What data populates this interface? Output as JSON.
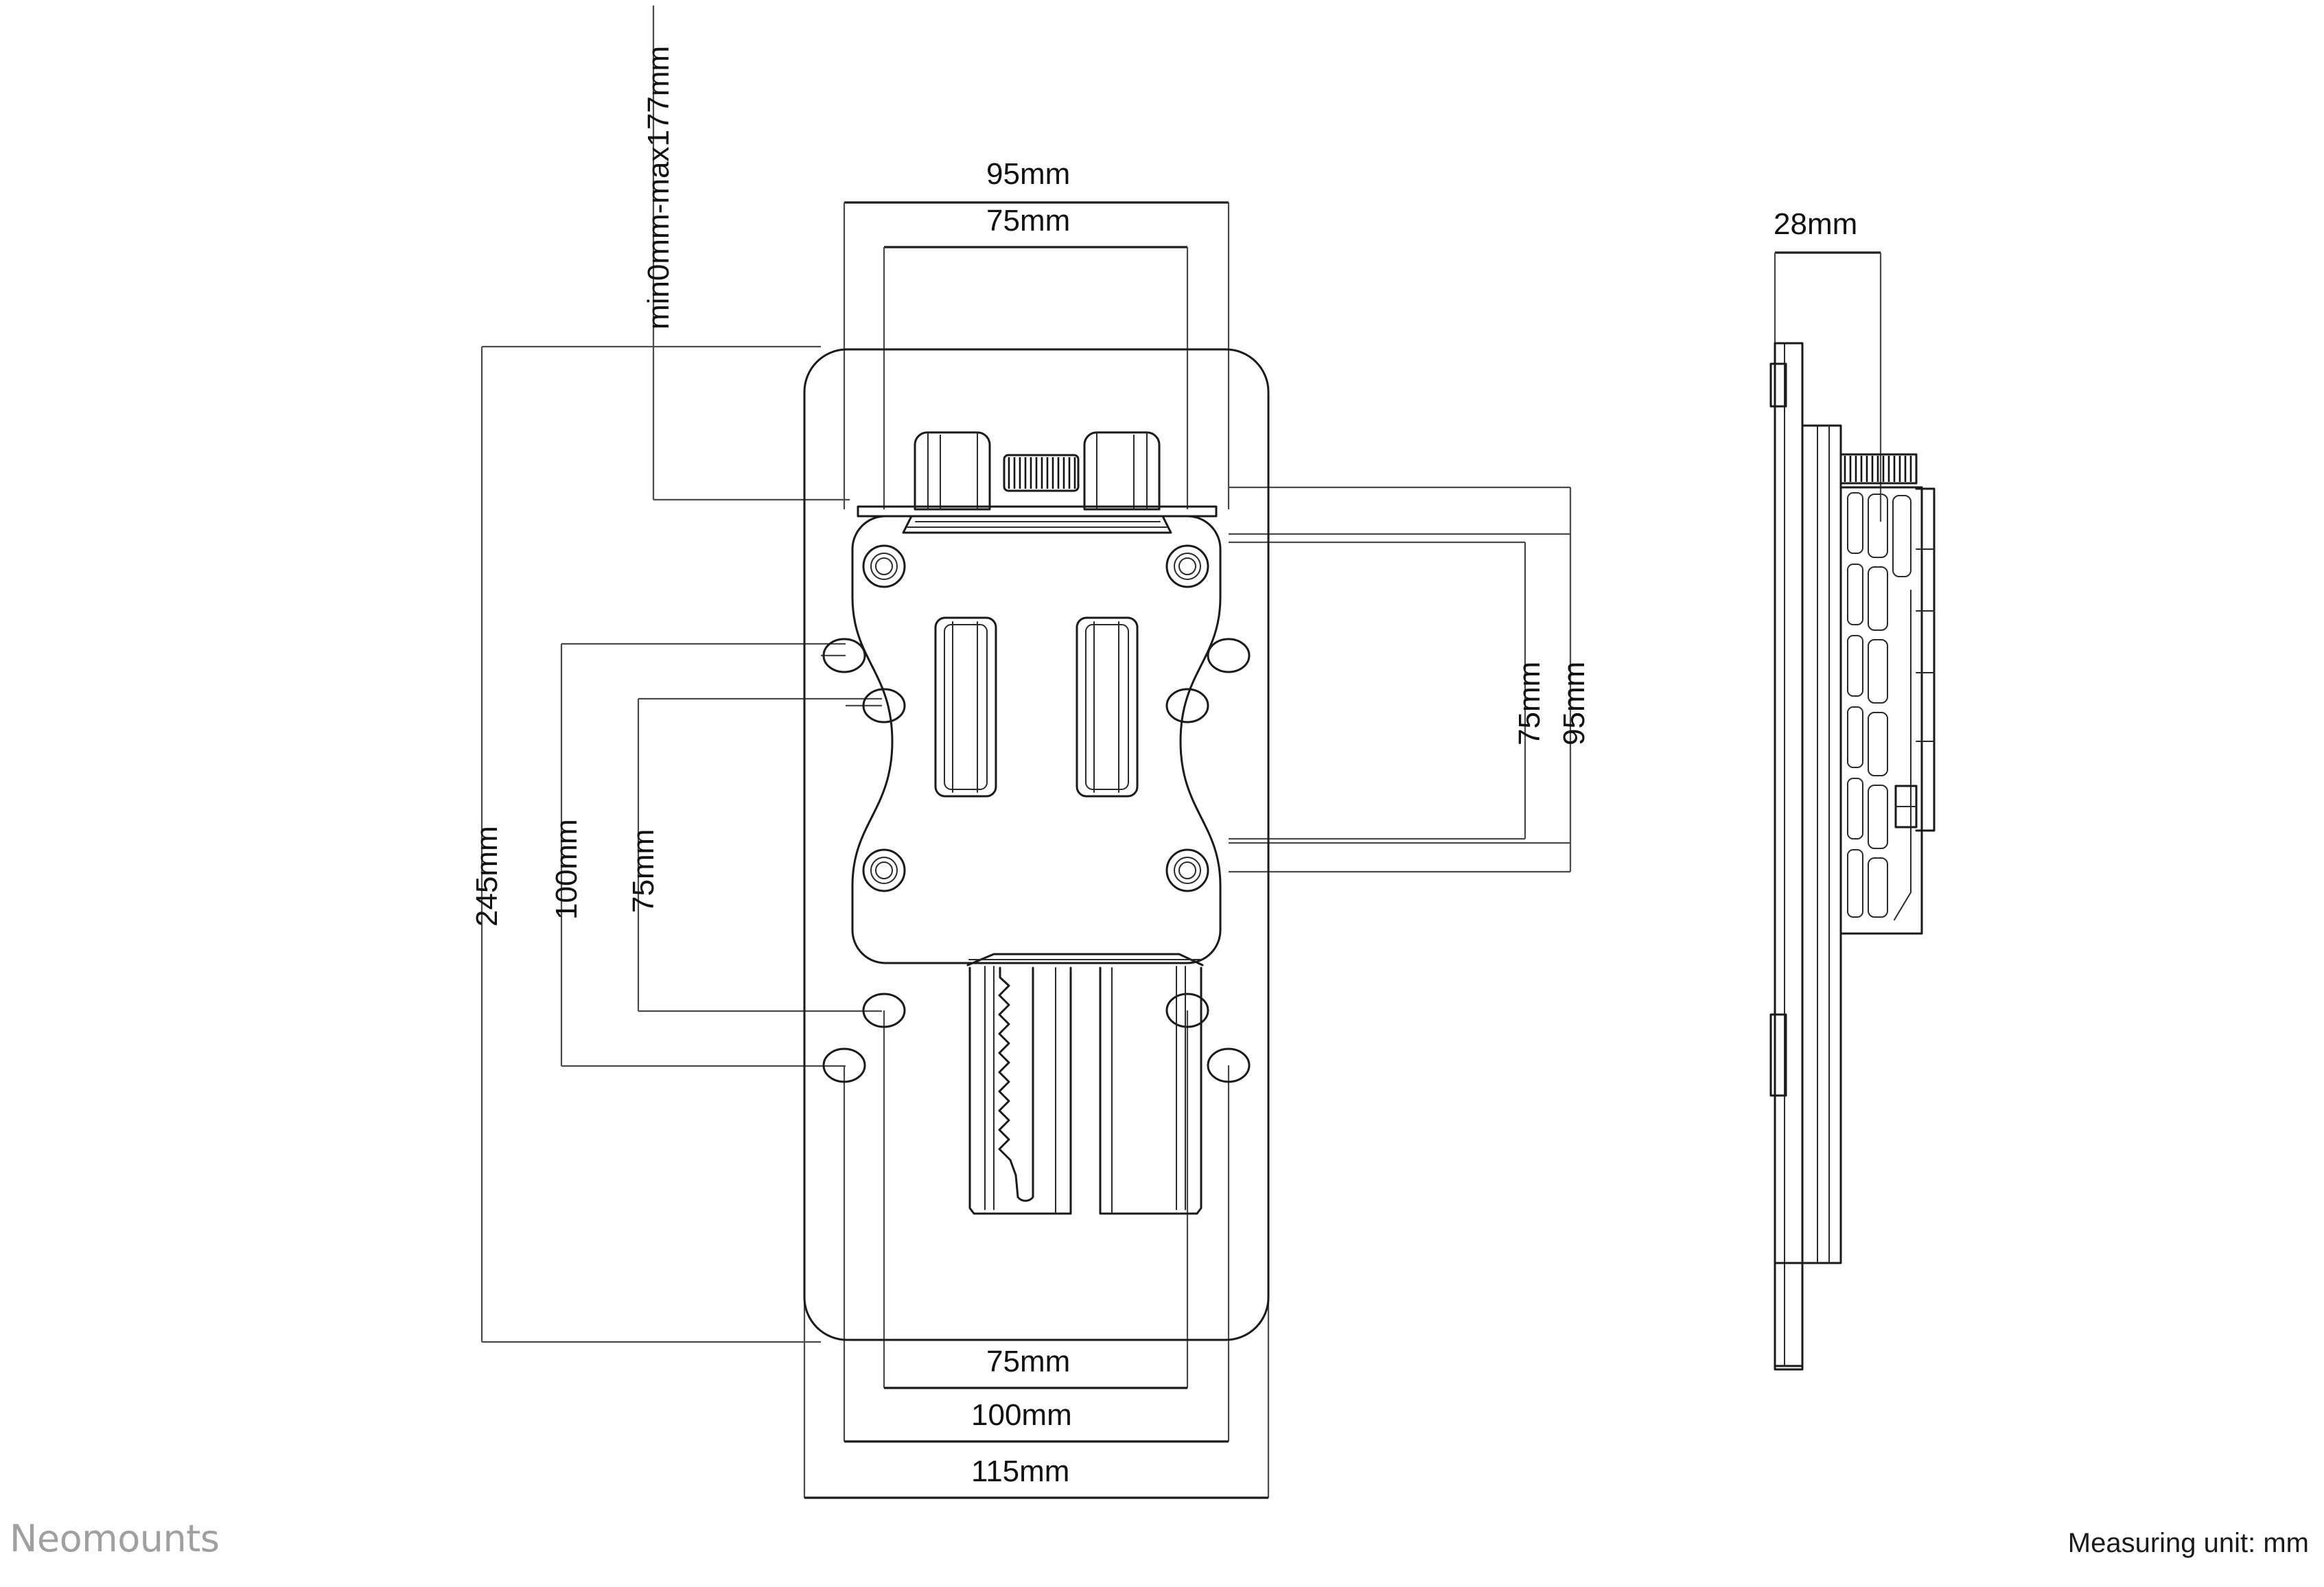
{
  "document": {
    "kind": "technical-dimension-drawing",
    "subject": "monitor VESA mount adapter plate",
    "brand": "Neomounts",
    "measuring_unit_note": "Measuring unit: mm"
  },
  "dimensions": {
    "top_outer_width": "95mm",
    "top_inner_width": "75mm",
    "vertical_travel": "min0mm-max177mm",
    "left_overall_height": "245mm",
    "left_hole_spacing_100": "100mm",
    "left_hole_spacing_75": "75mm",
    "right_inner_height": "75mm",
    "right_outer_height": "95mm",
    "bottom_inner_width": "75mm",
    "bottom_mid_width": "100mm",
    "bottom_outer_width": "115mm",
    "side_view_depth": "28mm"
  },
  "views": {
    "front": "front-view",
    "side": "side-view"
  },
  "colors": {
    "line": "#1a1a1a",
    "thin_line": "#555555",
    "brand_grey": "#a0a0a0",
    "background": "#ffffff"
  }
}
